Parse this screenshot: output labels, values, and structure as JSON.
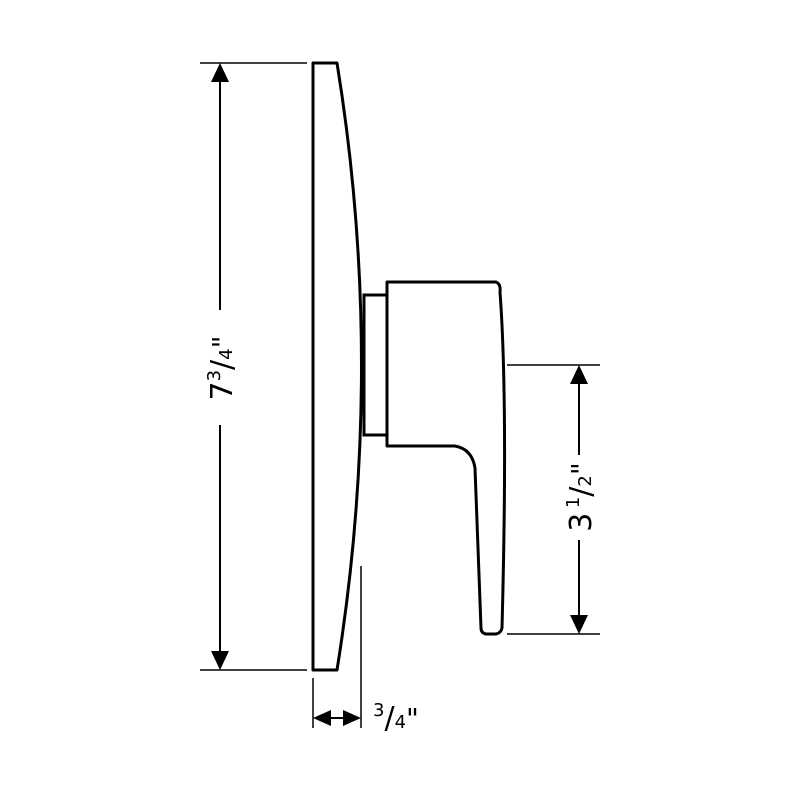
{
  "dimensions": {
    "height": {
      "whole": "7",
      "num": "3",
      "den": "4",
      "unit": "\""
    },
    "lever_height": {
      "whole": "3",
      "num": "1",
      "den": "2",
      "unit": "\""
    },
    "depth": {
      "whole": "",
      "num": "3",
      "den": "4",
      "unit": "\""
    }
  },
  "colors": {
    "ink": "#000000",
    "paper": "#ffffff"
  }
}
